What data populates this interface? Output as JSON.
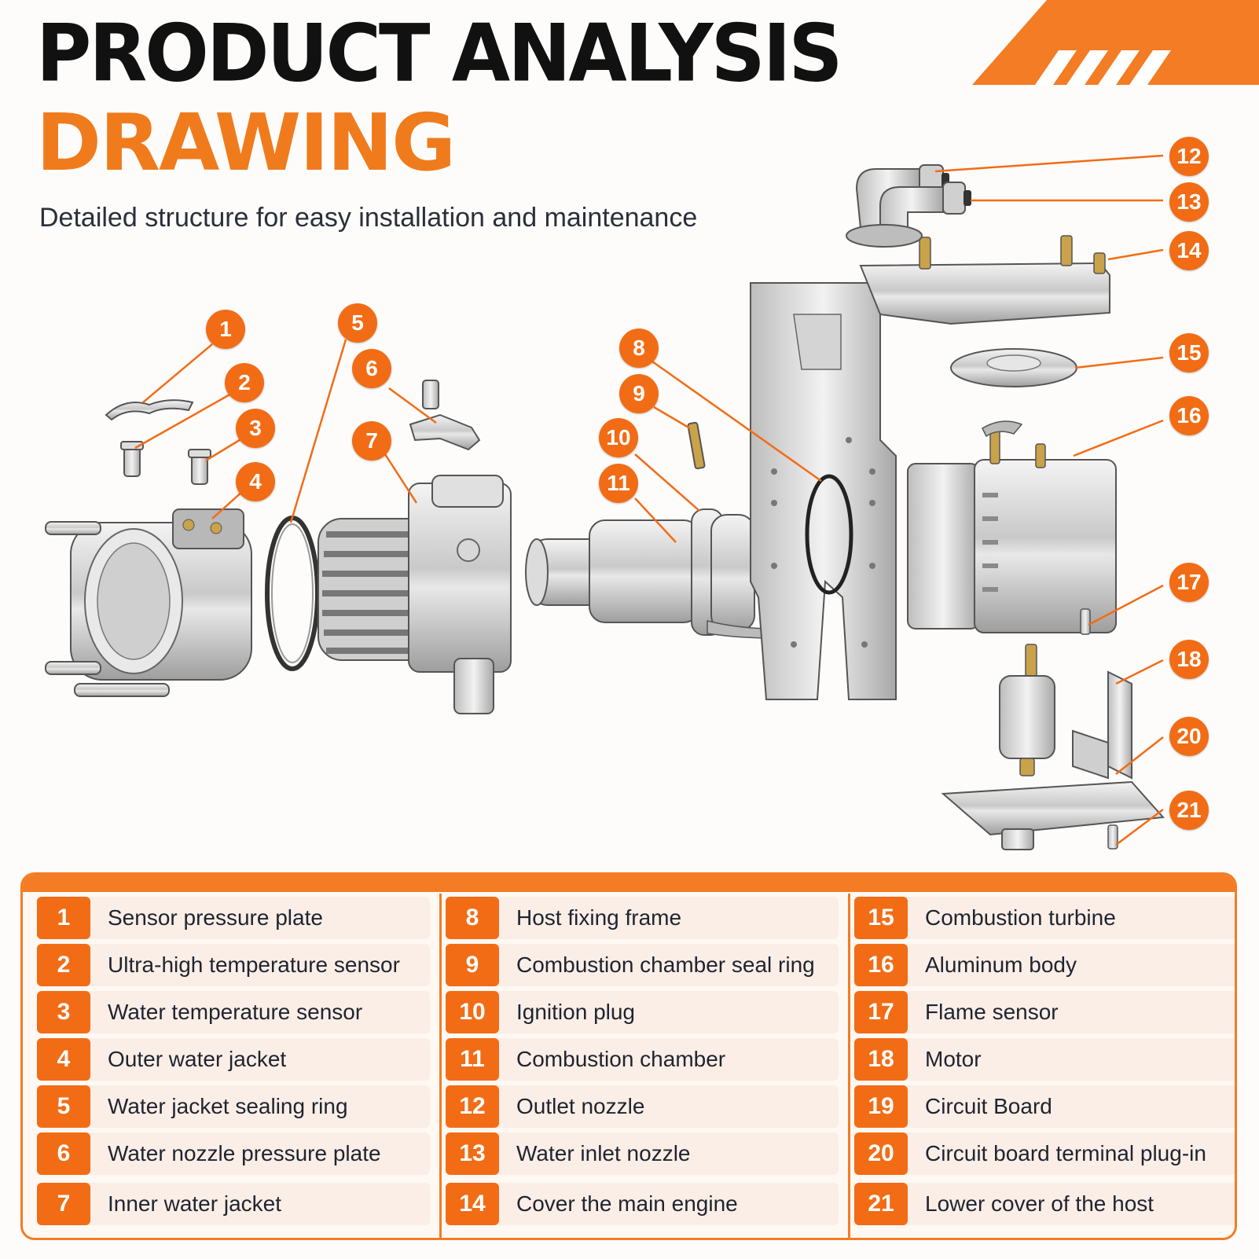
{
  "header": {
    "title_line1": "PRODUCT ANALYSIS",
    "title_line2": "DRAWING",
    "subtitle": "Detailed structure for easy installation and maintenance"
  },
  "colors": {
    "accent": "#f26c15",
    "title_dark": "#111111",
    "title_orange": "#f07b1d",
    "legend_row_bg": "#fbeee6"
  },
  "diagram": {
    "markers": [
      "1",
      "2",
      "3",
      "4",
      "5",
      "6",
      "7",
      "8",
      "9",
      "10",
      "11",
      "12",
      "13",
      "14",
      "15",
      "16",
      "17",
      "18",
      "20",
      "21"
    ]
  },
  "legend": {
    "items": [
      {
        "num": "1",
        "label": "Sensor pressure plate"
      },
      {
        "num": "2",
        "label": "Ultra-high temperature sensor"
      },
      {
        "num": "3",
        "label": "Water temperature sensor"
      },
      {
        "num": "4",
        "label": "Outer water jacket"
      },
      {
        "num": "5",
        "label": "Water jacket sealing ring"
      },
      {
        "num": "6",
        "label": "Water nozzle pressure plate"
      },
      {
        "num": "7",
        "label": "Inner water jacket"
      },
      {
        "num": "8",
        "label": "Host fixing frame"
      },
      {
        "num": "9",
        "label": "Combustion chamber seal ring"
      },
      {
        "num": "10",
        "label": "Ignition plug"
      },
      {
        "num": "11",
        "label": "Combustion chamber"
      },
      {
        "num": "12",
        "label": "Outlet nozzle"
      },
      {
        "num": "13",
        "label": "Water inlet nozzle"
      },
      {
        "num": "14",
        "label": "Cover the main engine"
      },
      {
        "num": "15",
        "label": "Combustion turbine"
      },
      {
        "num": "16",
        "label": "Aluminum body"
      },
      {
        "num": "17",
        "label": "Flame sensor"
      },
      {
        "num": "18",
        "label": "Motor"
      },
      {
        "num": "19",
        "label": "Circuit Board"
      },
      {
        "num": "20",
        "label": "Circuit board terminal plug-in"
      },
      {
        "num": "21",
        "label": "Lower cover of the host"
      }
    ]
  }
}
